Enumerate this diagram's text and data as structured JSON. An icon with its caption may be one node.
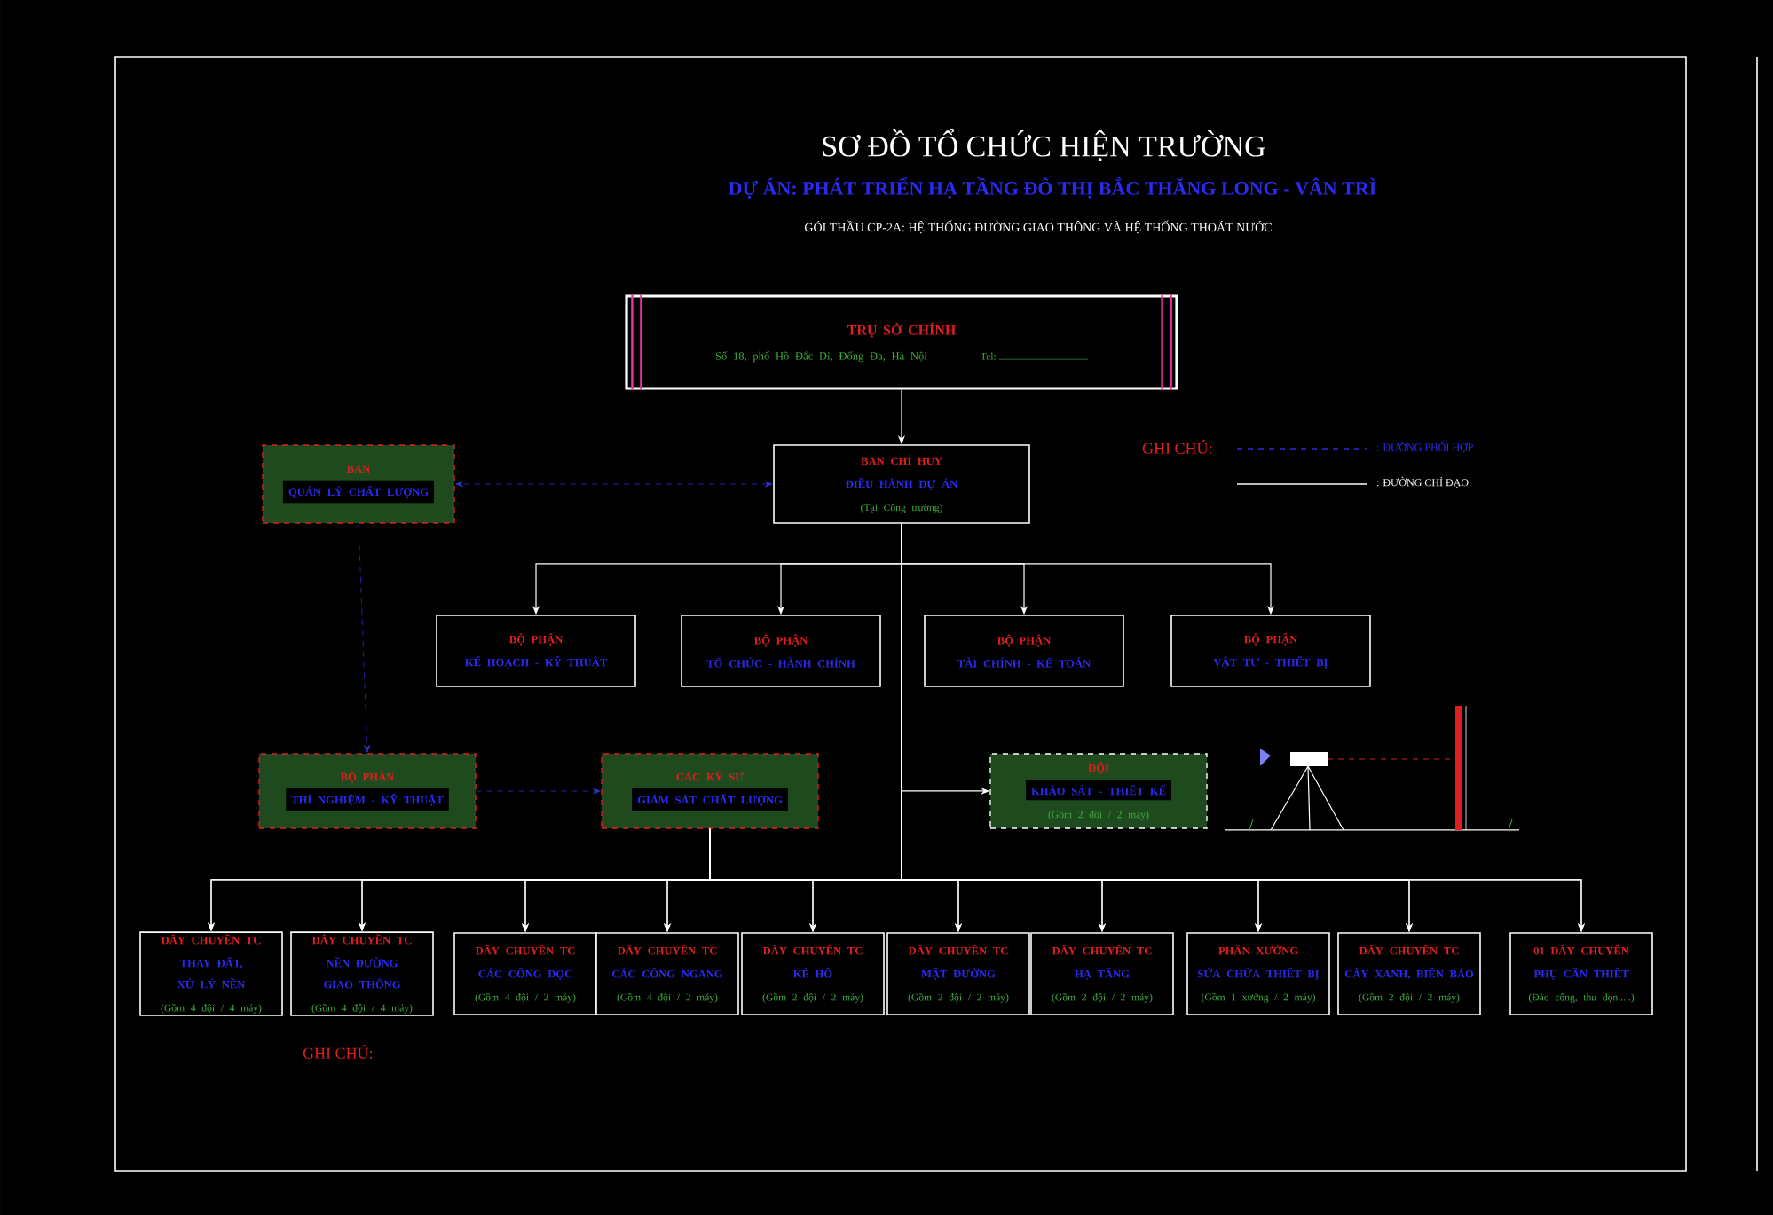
{
  "diagram": {
    "title": "SƠ ĐỒ TỔ CHỨC HIỆN TRƯỜNG",
    "nodes": [
      {
        "text": [
          "TRỤ SỞ CHÍNH",
          "Số 18, phố Hồ Đắc Di, Đống Đa, Hà Nội",
          "Tel:"
        ]
      },
      {
        "text": [
          "BAN",
          "QUẢN LÝ CHẤT LƯỢNG"
        ]
      },
      {
        "text": [
          "BAN CHỈ HUY",
          "ĐIỀU HÀNH DỰ ÁN",
          "(Tại Công trường)"
        ]
      },
      {
        "text": [
          "BỘ PHẬN",
          "KẾ HOẠCH - KỸ THUẬT"
        ]
      },
      {
        "text": [
          "BỘ PHẬN",
          "TỔ CHỨC - HÀNH CHÍNH"
        ]
      },
      {
        "text": [
          "BỘ PHẬN",
          "TÀI CHÍNH - KẾ TOÁN"
        ]
      },
      {
        "text": [
          "BỘ PHẬN",
          "VẬT TƯ - THIẾT BỊ"
        ]
      },
      {
        "text": [
          "BỘ PHẬN",
          "THÍ NGHIỆM - KỸ THUẬT"
        ]
      },
      {
        "text": [
          "CÁC KỸ SƯ",
          "GIÁM SÁT CHẤT LƯỢNG"
        ]
      },
      {
        "text": [
          "ĐỘI",
          "KHẢO SÁT - THIẾT KẾ",
          "(Gồm 2 đội / 2 máy)"
        ]
      },
      {
        "text": [
          "DÂY CHUYỀN TC",
          "THAY ĐẤT, XỬ LÝ NỀN",
          "(Gồm 4 đội / 4 máy)"
        ]
      },
      {
        "text": [
          "DÂY CHUYỀN TC",
          "NỀN ĐƯỜNG GIAO THÔNG",
          "(Gồm 4 đội / 4 máy)"
        ]
      },
      {
        "text": [
          "DÂY CHUYỀN TC",
          "CÁC CỐNG DỌC",
          "(Gồm 4 đội / 2 máy)"
        ]
      },
      {
        "text": [
          "DÂY CHUYỀN TC",
          "CÁC CỐNG NGANG",
          "(Gồm 4 đội / 2 máy)"
        ]
      },
      {
        "text": [
          "DÂY CHUYỀN TC",
          "KÈ HỒ",
          "(Gồm 2 đội / 2 máy)"
        ]
      },
      {
        "text": [
          "DÂY CHUYỀN TC",
          "MẶT ĐƯỜNG",
          "(Gồm 2 đội / 2 máy)"
        ]
      },
      {
        "text": [
          "DÂY CHUYỀN TC",
          "HẠ TẦNG",
          "(Gồm 2 đội / 2 máy)"
        ]
      },
      {
        "text": [
          "PHÂN XƯỞNG",
          "SỬA CHỮA THIẾT BỊ",
          "(Gồm 1 xưởng / 2 máy)"
        ]
      },
      {
        "text": [
          "DÂY CHUYỀN TC",
          "CÂY XANH, BIỂN BÁO",
          "(Gồm 2 đội / 2 máy)"
        ]
      },
      {
        "text": [
          "01 DÂY CHUYỀN",
          "PHỤ CẦN THIẾT",
          "(Đào cống, thu dọn.....)"
        ]
      }
    ],
    "edges": [
      {
        "from": 0,
        "to": 2,
        "arrow": "to"
      },
      {
        "from": 2,
        "to": 1,
        "arrow": "both",
        "style": "dashed",
        "color": "#3030d0"
      },
      {
        "from": 2,
        "to": 3,
        "arrow": "to"
      },
      {
        "from": 2,
        "to": 4,
        "arrow": "to"
      },
      {
        "from": 2,
        "to": 5,
        "arrow": "to"
      },
      {
        "from": 2,
        "to": 6,
        "arrow": "to"
      },
      {
        "from": 1,
        "to": 7,
        "arrow": "to",
        "style": "dashed",
        "color": "#3030d0"
      },
      {
        "from": 7,
        "to": 8,
        "arrow": "to",
        "style": "dashed",
        "color": "#3030d0"
      },
      {
        "from": 2,
        "to": 9,
        "arrow": "to"
      },
      {
        "from": 2,
        "to": 10,
        "arrow": "to"
      },
      {
        "from": 2,
        "to": 11,
        "arrow": "to"
      },
      {
        "from": 2,
        "to": 12,
        "arrow": "to"
      },
      {
        "from": 2,
        "to": 13,
        "arrow": "to"
      },
      {
        "from": 2,
        "to": 14,
        "arrow": "to"
      },
      {
        "from": 2,
        "to": 15,
        "arrow": "to"
      },
      {
        "from": 2,
        "to": 16,
        "arrow": "to"
      },
      {
        "from": 2,
        "to": 17,
        "arrow": "to"
      },
      {
        "from": 2,
        "to": 18,
        "arrow": "to"
      },
      {
        "from": 2,
        "to": 19,
        "arrow": "to"
      },
      {
        "from": 8,
        "to": 10,
        "arrow": "to"
      },
      {
        "from": 8,
        "to": 11,
        "arrow": "to"
      },
      {
        "from": 8,
        "to": 12,
        "arrow": "to"
      },
      {
        "from": 8,
        "to": 13,
        "arrow": "to"
      },
      {
        "from": 8,
        "to": 14,
        "arrow": "to"
      },
      {
        "from": 8,
        "to": 15,
        "arrow": "to"
      },
      {
        "from": 8,
        "to": 16,
        "arrow": "to"
      },
      {
        "from": 8,
        "to": 17,
        "arrow": "to"
      },
      {
        "from": 8,
        "to": 18,
        "arrow": "to"
      },
      {
        "from": 8,
        "to": 19,
        "arrow": "to"
      }
    ],
    "labels": [
      "DỰ ÁN: PHÁT TRIỂN HẠ TẦNG ĐÔ THỊ BẮC THĂNG LONG - VÂN TRÌ",
      "GÓI THẦU CP-2A: HỆ THỐNG ĐƯỜNG GIAO THÔNG VÀ HỆ THỐNG THOÁT NƯỚC",
      "GHI CHÚ:",
      "GHI CHÚ:"
    ],
    "legend": [
      {
        "text": ": ĐƯỜNG PHỐI HỢP"
      },
      {
        "text": ": ĐƯỜNG CHỈ ĐẠO"
      }
    ]
  }
}
